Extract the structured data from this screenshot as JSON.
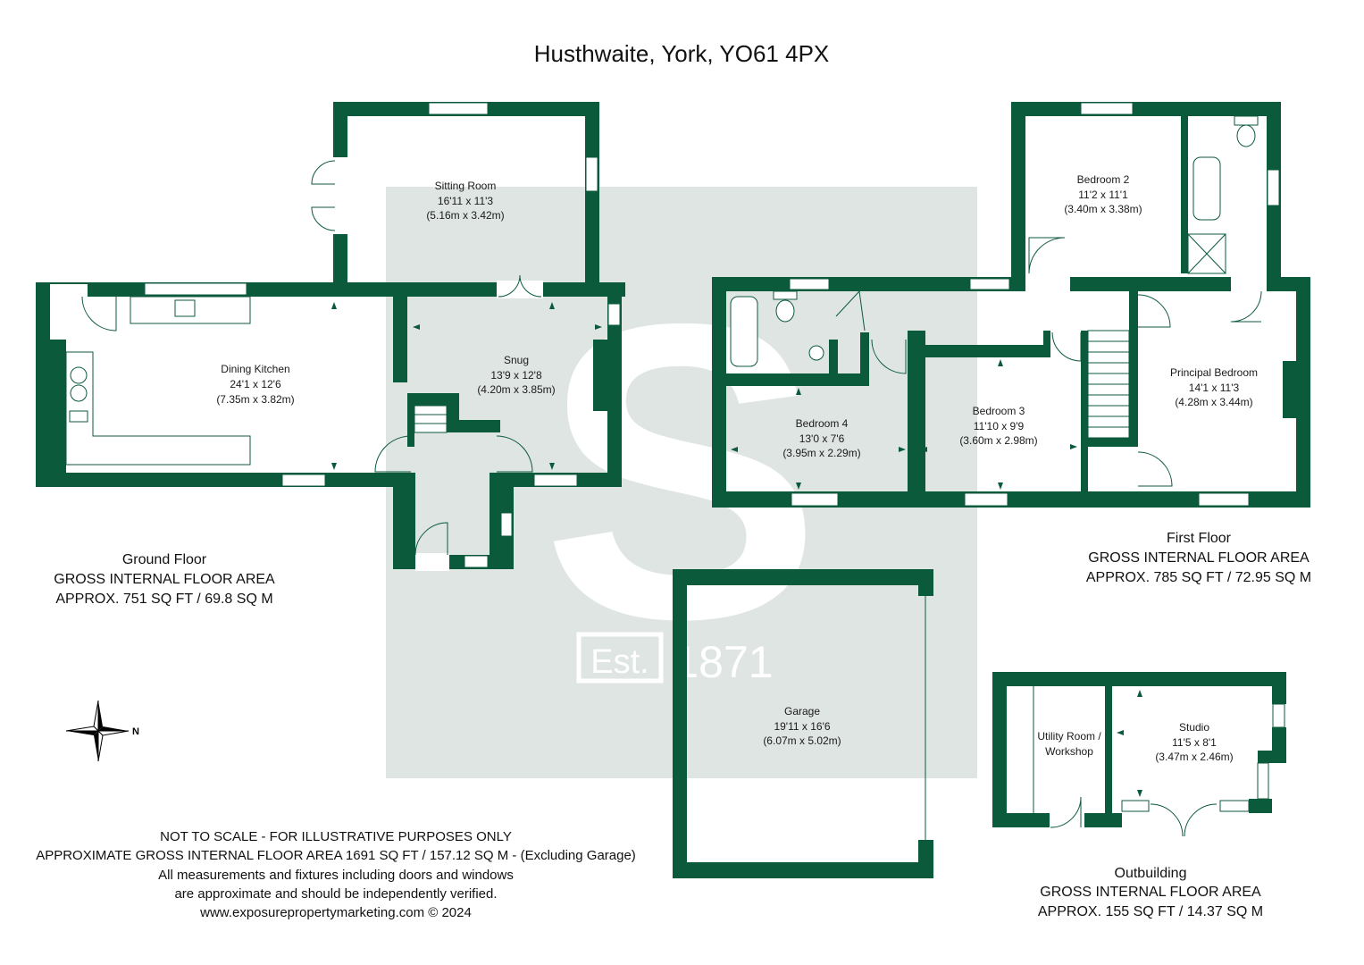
{
  "title": "Husthwaite, York, YO61 4PX",
  "colors": {
    "wall": "#0b5a3c",
    "watermark": "#dfe5e2",
    "background": "#ffffff"
  },
  "watermark": {
    "letter": "S",
    "est": "Est.",
    "year": "1871"
  },
  "rooms": {
    "sitting_room": {
      "name": "Sitting Room",
      "imperial": "16'11 x 11'3",
      "metric": "(5.16m x 3.42m)"
    },
    "dining_kitchen": {
      "name": "Dining Kitchen",
      "imperial": "24'1 x 12'6",
      "metric": "(7.35m x 3.82m)"
    },
    "snug": {
      "name": "Snug",
      "imperial": "13'9 x 12'8",
      "metric": "(4.20m x 3.85m)"
    },
    "bedroom_2": {
      "name": "Bedroom 2",
      "imperial": "11'2 x 11'1",
      "metric": "(3.40m x 3.38m)"
    },
    "bedroom_4": {
      "name": "Bedroom 4",
      "imperial": "13'0 x 7'6",
      "metric": "(3.95m x 2.29m)"
    },
    "bedroom_3": {
      "name": "Bedroom 3",
      "imperial": "11'10 x 9'9",
      "metric": "(3.60m x 2.98m)"
    },
    "principal_bedroom": {
      "name": "Principal Bedroom",
      "imperial": "14'1 x 11'3",
      "metric": "(4.28m x 3.44m)"
    },
    "garage": {
      "name": "Garage",
      "imperial": "19'11 x 16'6",
      "metric": "(6.07m x 5.02m)"
    },
    "utility": {
      "line1": "Utility Room /",
      "line2": "Workshop"
    },
    "studio": {
      "name": "Studio",
      "imperial": "11'5 x 8'1",
      "metric": "(3.47m x 2.46m)"
    }
  },
  "floors": {
    "ground": {
      "name": "Ground Floor",
      "label": "GROSS INTERNAL FLOOR AREA",
      "area": "APPROX. 751 SQ FT / 69.8 SQ M"
    },
    "first": {
      "name": "First Floor",
      "label": "GROSS INTERNAL FLOOR AREA",
      "area": "APPROX. 785 SQ FT / 72.95 SQ M"
    },
    "outbuilding": {
      "name": "Outbuilding",
      "label": "GROSS INTERNAL FLOOR AREA",
      "area": "APPROX. 155 SQ FT / 14.37 SQ M"
    }
  },
  "compass": {
    "label": "N"
  },
  "disclaimer": {
    "line1": "NOT TO SCALE - FOR ILLUSTRATIVE PURPOSES ONLY",
    "line2": "APPROXIMATE GROSS INTERNAL FLOOR AREA 1691 SQ FT / 157.12 SQ M - (Excluding Garage)",
    "line3": "All measurements and fixtures including doors and windows",
    "line4": "are approximate and should be independently verified.",
    "line5": "www.exposurepropertymarketing.com © 2024"
  }
}
